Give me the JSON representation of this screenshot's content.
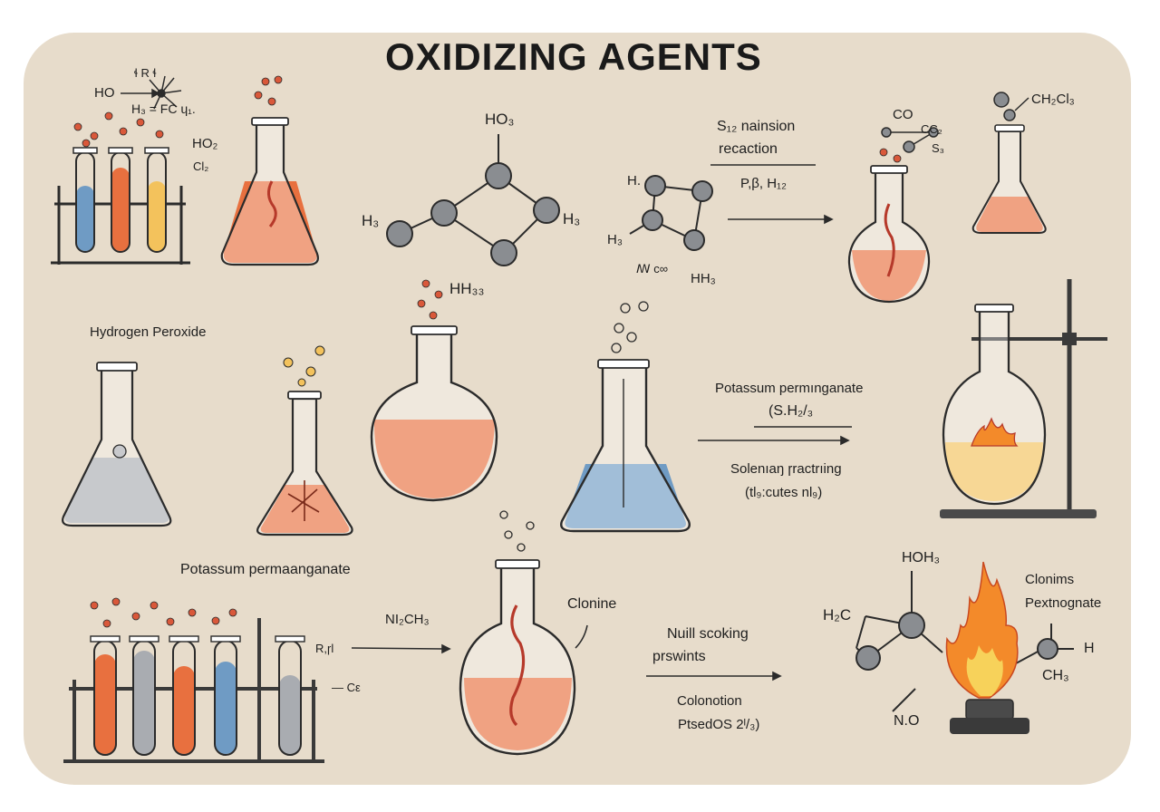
{
  "title": "OXIDIZING AGENTS",
  "labels": {
    "l1": "ɬ  R  ɬ",
    "l2": "HO",
    "l3": "H₃ = FC  ɥ₁.",
    "l4": "HO₂",
    "l5": "Cl₂",
    "l6": "HO₃",
    "l7": "H₃",
    "l8": "H₃",
    "l9": "HH₃₃",
    "l10": "H.",
    "l11": "H₃",
    "l12": "ꟿ  c∞",
    "l13": "HH₃",
    "l14": "S₁₂ nainsion",
    "l15": "recaction",
    "l16": "P,β,  H₁₂",
    "l17": "CO",
    "l18": "CC₂",
    "l19": "S₃",
    "l20": "CH₂Cl₃",
    "l21": "Hydrogen Peroxide",
    "l22": "Potassum permınganate",
    "l23": "(S.H₂/₃",
    "l24": "Solenıaŋ ɼractrıing",
    "l25": "(tl₉:cutes nl₉)",
    "l26": "Potassum permaanganate",
    "l27": "NI₂CH₃",
    "l28": "R,ɼl",
    "l29": "— Cε",
    "l30": "Clonine",
    "l31": "Nuill scoking",
    "l32": "prswints",
    "l33": "Colonotion",
    "l34": "PtsedOS 2ᴵ/₃)",
    "l35": "HOH₃",
    "l36": "H₂C",
    "l37": "Clonims",
    "l38": "Pextnognate",
    "l39": "H",
    "l40": "CH₃",
    "l41": "N.O"
  },
  "colors": {
    "board": "#e7dccb",
    "orange_liquid": "#e8703f",
    "blue_liquid": "#6f9bc4",
    "yellow_liquid": "#f3c25c",
    "gray_liquid": "#a9acb1",
    "atom": "#8a8d91",
    "ink": "#2b2b2b",
    "bubble_red": "#d9583a",
    "flame": "#f38a2a"
  }
}
